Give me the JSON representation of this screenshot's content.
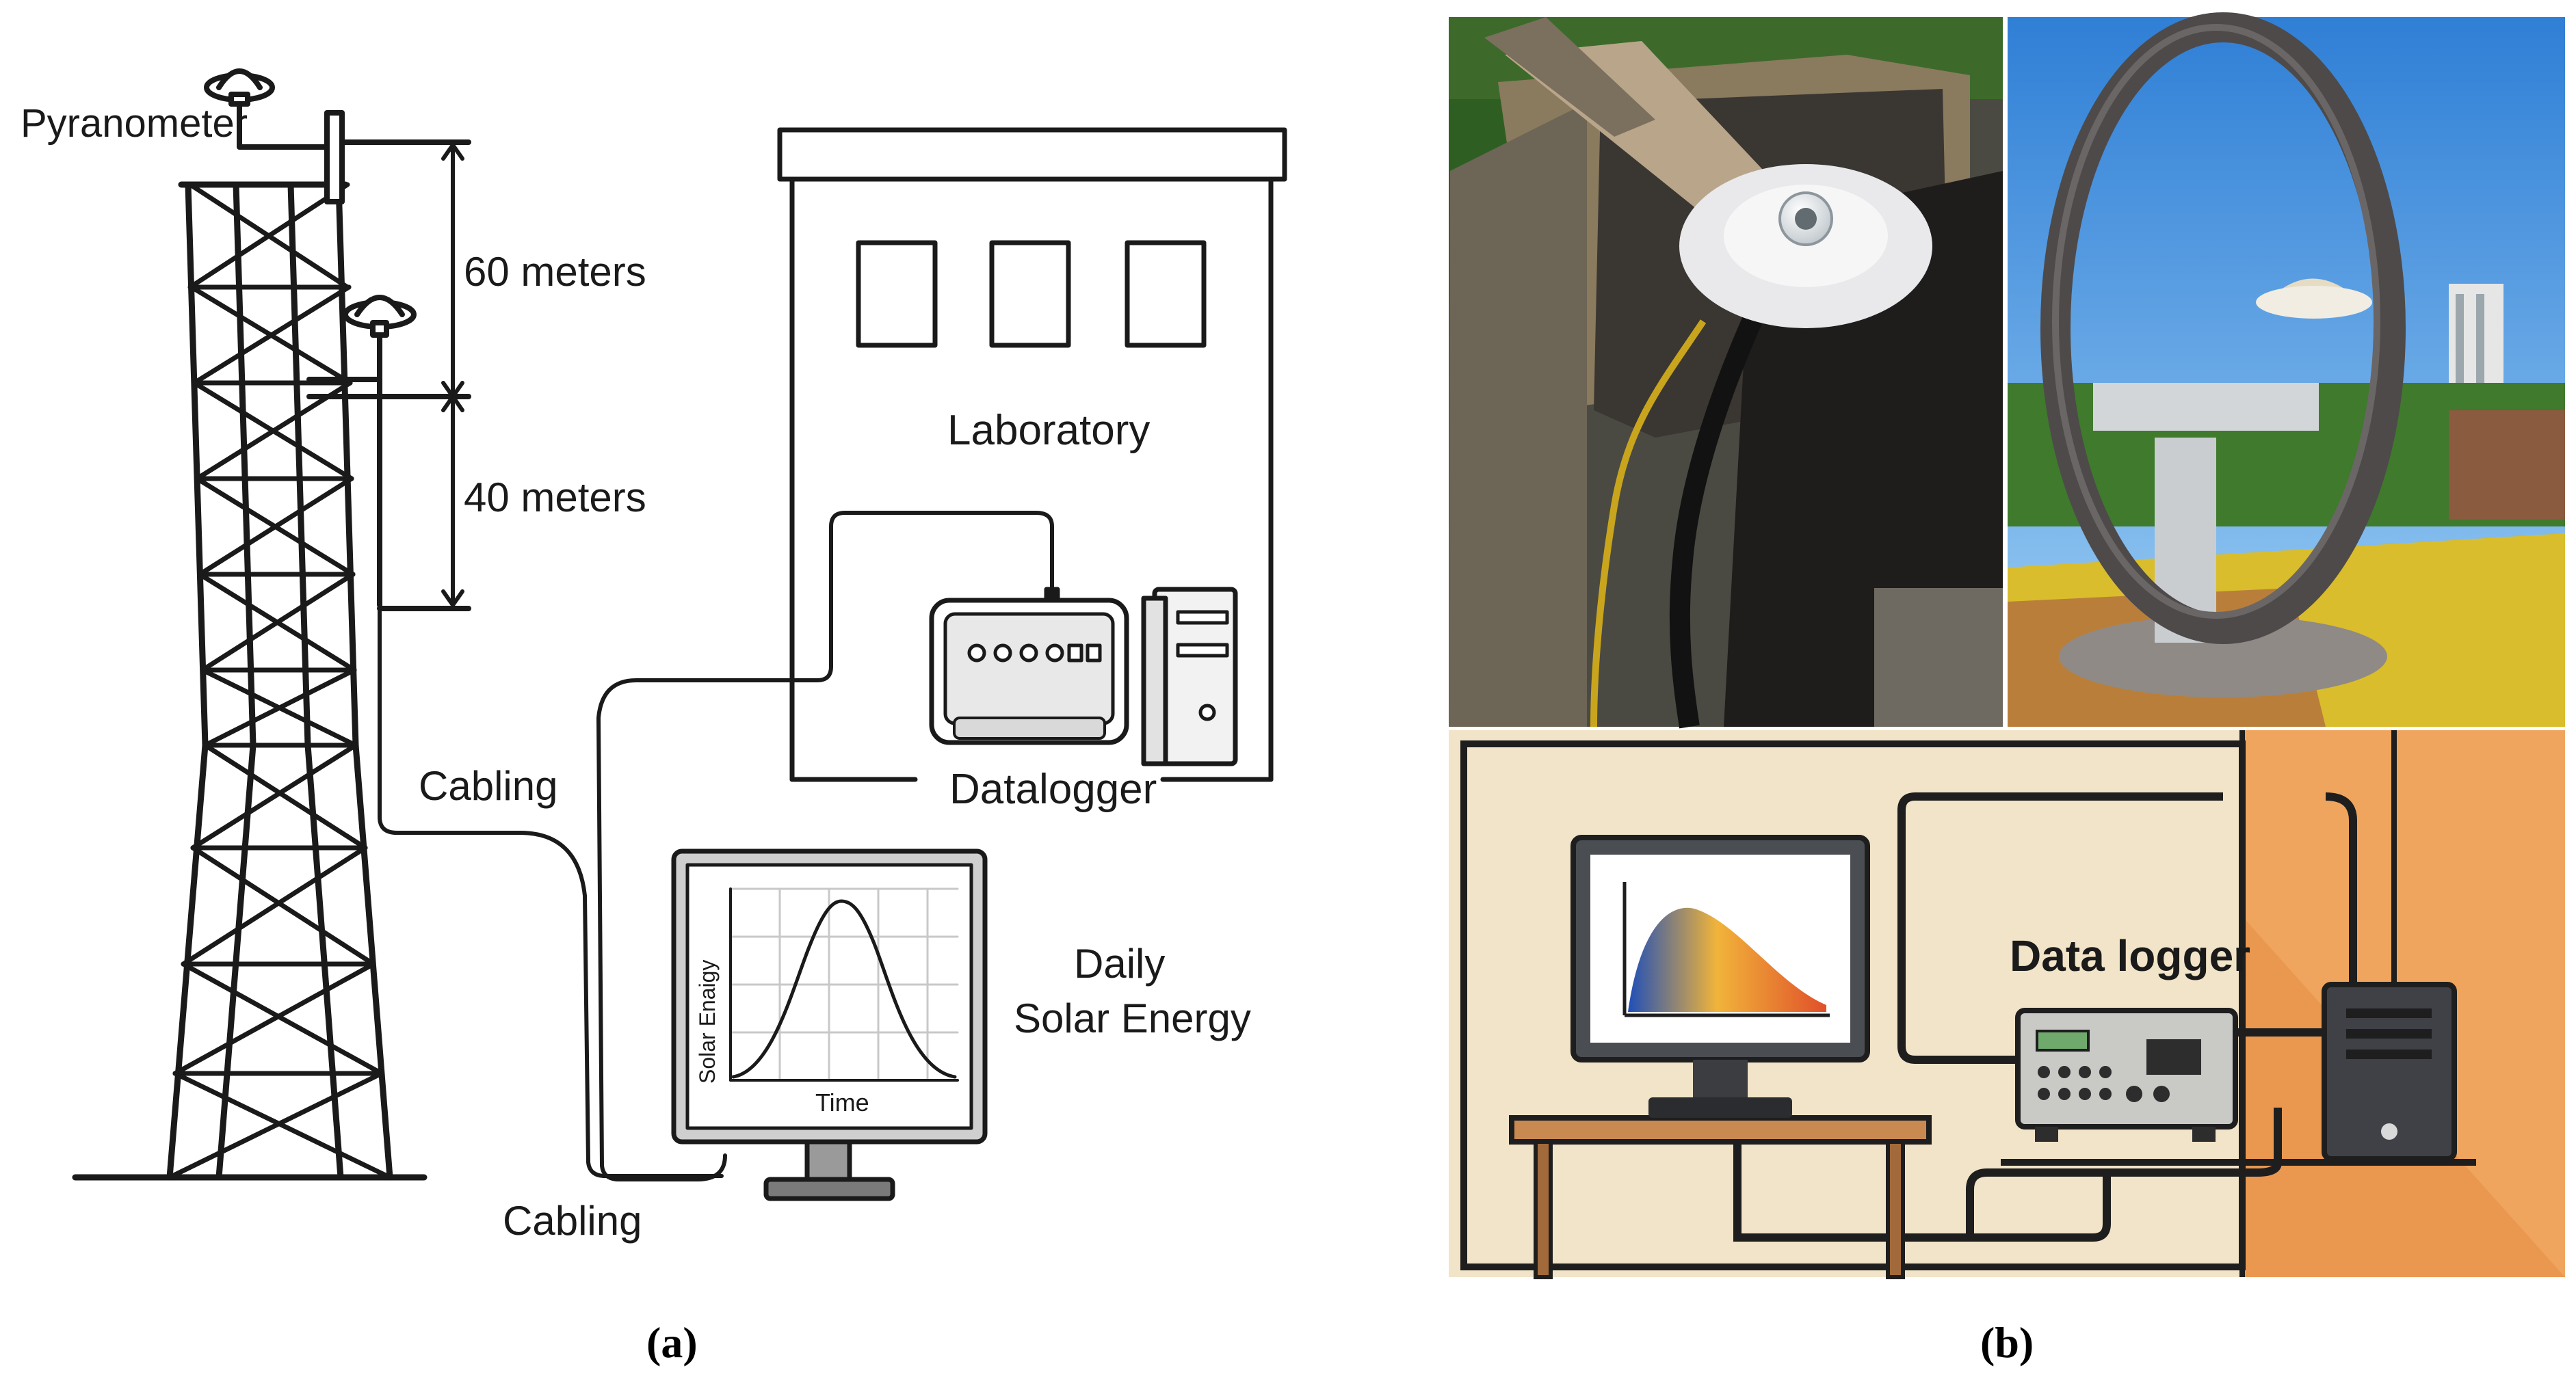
{
  "panel_a": {
    "caption": "(a)",
    "labels": {
      "pyranometer": "Pyranometer",
      "height_upper": "60 meters",
      "height_lower": "40 meters",
      "laboratory": "Laboratory",
      "datalogger": "Datalogger",
      "cabling_1": "Cabling",
      "cabling_2": "Cabling",
      "daily_line1": "Daily",
      "daily_line2": "Solar Energy"
    },
    "monitor_chart": {
      "ylabel": "Solar Enaigy",
      "xlabel": "Time"
    },
    "icons": [
      "pyranometer-icon",
      "tower-icon",
      "building-icon",
      "datalogger-icon",
      "computer-tower-icon",
      "monitor-icon"
    ]
  },
  "panel_b": {
    "caption": "(b)",
    "photos": [
      "rooftop-pyranometer-photo",
      "shadow-ring-pyranometer-photo"
    ],
    "illustration": {
      "datalogger_label": "Data logger"
    },
    "colors": {
      "wall_left": "#f2e4c8",
      "wall_right": "#f0a55e",
      "sky": "#3d8fe0",
      "rust": "#b87a3d",
      "yellow_wall": "#e0c33a"
    }
  }
}
